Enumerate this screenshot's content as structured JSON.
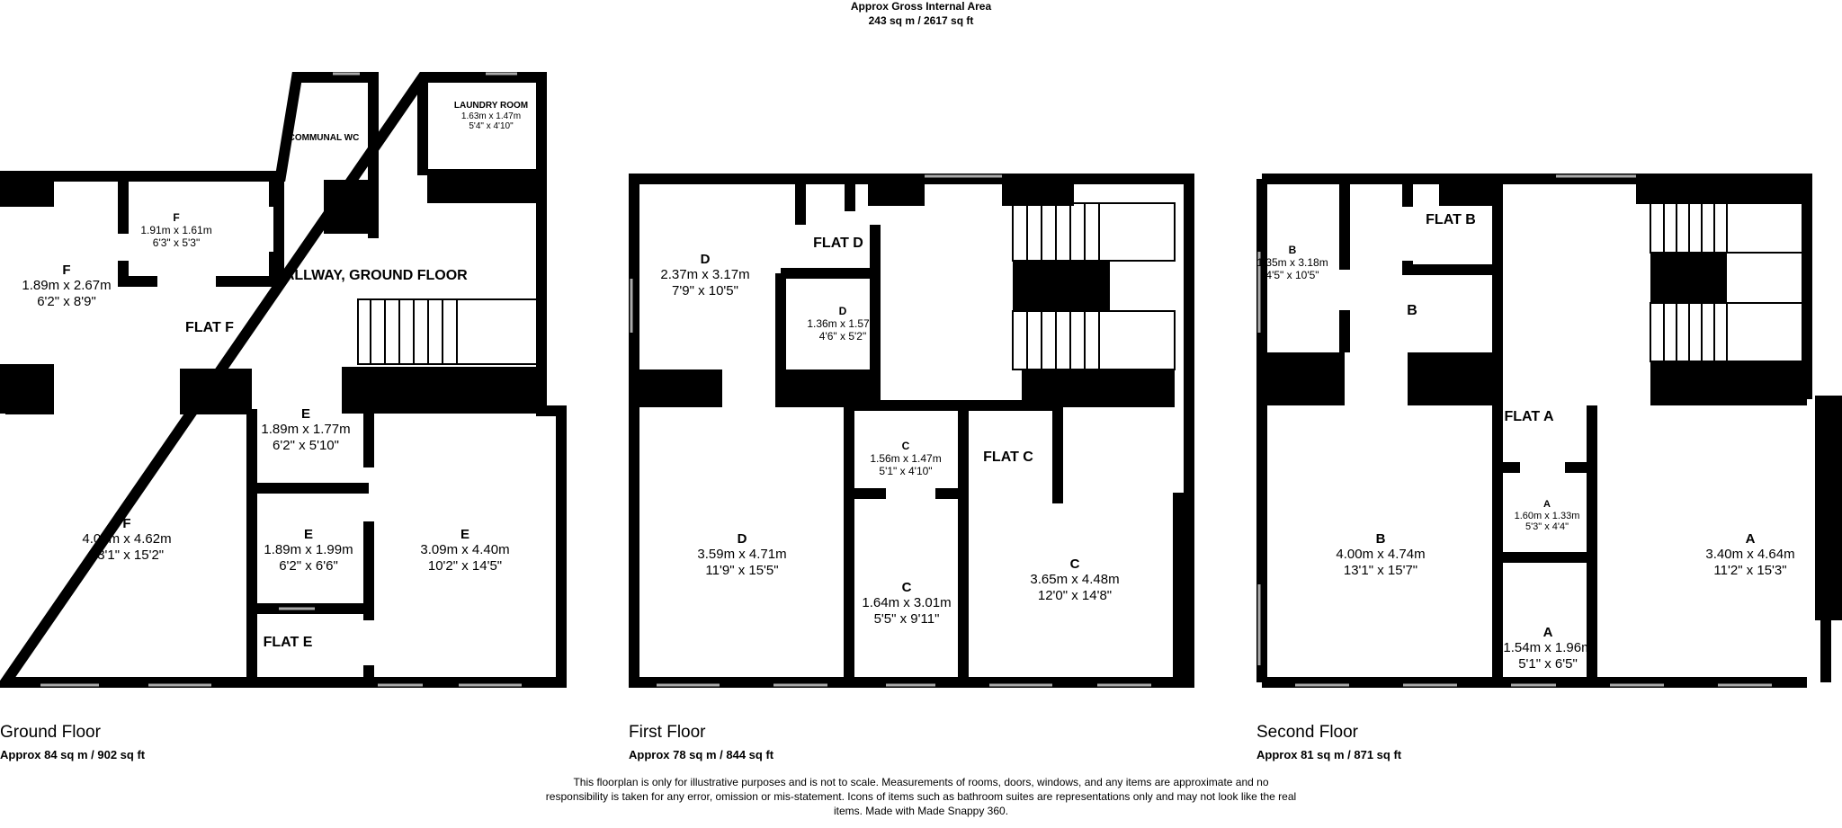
{
  "header": {
    "line1": "Approx Gross Internal Area",
    "line2": "243 sq m / 2617 sq ft"
  },
  "floors": [
    {
      "title": "Ground Floor",
      "area": "Approx 84 sq m / 902 sq ft",
      "rooms": [
        {
          "name": "F",
          "metric": "1.89m x 2.67m",
          "imperial": "6'2\" x 8'9\""
        },
        {
          "name": "F",
          "metric": "1.91m x 1.61m",
          "imperial": "6'3\" x 5'3\""
        },
        {
          "name": "LAUNDRY ROOM",
          "metric": "1.63m x 1.47m",
          "imperial": "5'4\" x 4'10\""
        },
        {
          "name": "F",
          "metric": "4.00m x 4.62m",
          "imperial": "13'1\" x 15'2\""
        },
        {
          "name": "E",
          "metric": "1.89m x 1.77m",
          "imperial": "6'2\" x 5'10\""
        },
        {
          "name": "E",
          "metric": "1.89m x 1.99m",
          "imperial": "6'2\" x 6'6\""
        },
        {
          "name": "E",
          "metric": "3.09m x 4.40m",
          "imperial": "10'2\" x 14'5\""
        }
      ],
      "tags": [
        "HALLWAY, GROUND FLOOR",
        "FLAT F",
        "COMMUNAL WC",
        "FLAT E"
      ]
    },
    {
      "title": "First Floor",
      "area": "Approx 78 sq m / 844 sq ft",
      "rooms": [
        {
          "name": "D",
          "metric": "2.37m x 3.17m",
          "imperial": "7'9\" x 10'5\""
        },
        {
          "name": "D",
          "metric": "1.36m x 1.57m",
          "imperial": "4'6\" x 5'2\""
        },
        {
          "name": "D",
          "metric": "3.59m x 4.71m",
          "imperial": "11'9\" x 15'5\""
        },
        {
          "name": "C",
          "metric": "1.56m x 1.47m",
          "imperial": "5'1\" x 4'10\""
        },
        {
          "name": "C",
          "metric": "1.64m x 3.01m",
          "imperial": "5'5\" x 9'11\""
        },
        {
          "name": "C",
          "metric": "3.65m x 4.48m",
          "imperial": "12'0\" x 14'8\""
        }
      ],
      "tags": [
        "FLAT D",
        "FLAT C"
      ]
    },
    {
      "title": "Second Floor",
      "area": "Approx 81 sq m / 871 sq ft",
      "rooms": [
        {
          "name": "B",
          "metric": "1.35m x 3.18m",
          "imperial": "4'5\" x 10'5\""
        },
        {
          "name": "B",
          "metric": "4.00m x 4.74m",
          "imperial": "13'1\" x 15'7\""
        },
        {
          "name": "A",
          "metric": "1.60m x 1.33m",
          "imperial": "5'3\" x 4'4\""
        },
        {
          "name": "A",
          "metric": "3.40m x 4.64m",
          "imperial": "11'2\" x 15'3\""
        },
        {
          "name": "A",
          "metric": "1.54m x 1.96m",
          "imperial": "5'1\" x 6'5\""
        }
      ],
      "tags": [
        "FLAT B",
        "B",
        "FLAT A"
      ]
    }
  ],
  "disclaimer": "This floorplan is only for illustrative purposes and is not to scale. Measurements of rooms, doors, windows, and any items are approximate and no responsibility is taken for any error, omission or mis-statement. Icons of items such as bathroom suites are representations only and may not look like the real items. Made with Made Snappy 360.",
  "colors": {
    "walls": "#000000",
    "background": "#ffffff",
    "fixtures": "#999999"
  }
}
